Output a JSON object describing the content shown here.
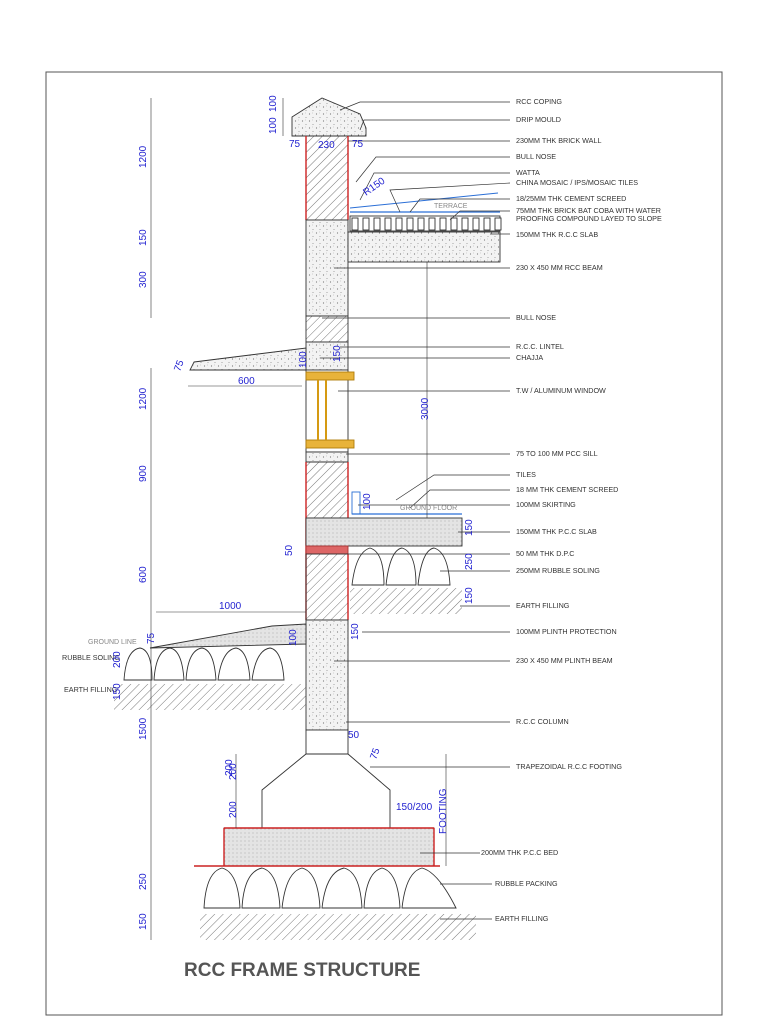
{
  "drawing": {
    "title": "RCC FRAME STRUCTURE",
    "ground_labels": {
      "terrace": "TERRACE",
      "ground_floor": "GROUND FLOOR",
      "ground_line": "GROUND LINE",
      "rubble_soling_left": "RUBBLE SOLING",
      "earth_filling_left": "EARTH FILLING"
    },
    "callouts": [
      "RCC COPING",
      "DRIP MOULD",
      "230MM THK BRICK WALL",
      "BULL NOSE",
      "WATTA",
      "CHINA MOSAIC / IPS/MOSAIC TILES",
      "18/25MM THK CEMENT SCREED",
      "75MM THK BRICK BAT  COBA WITH WATER",
      "PROOFING COMPOUND LAYED TO SLOPE",
      "150MM THK R.C.C SLAB",
      "230 X 450 MM RCC BEAM",
      "BULL NOSE",
      "R.C.C. LINTEL",
      "CHAJJA",
      "T.W / ALUMINUM WINDOW",
      "75 TO 100 MM PCC SILL",
      "TILES",
      "18 MM THK CEMENT SCREED",
      "100MM SKIRTING",
      "150MM THK P.C.C SLAB",
      "50 MM THK D.P.C",
      "250MM RUBBLE SOLING",
      "EARTH FILLING",
      "100MM PLINTH PROTECTION",
      "230 X 450 MM PLINTH BEAM",
      "R.C.C COLUMN",
      "TRAPEZOIDAL R.C.C FOOTING",
      "200MM THK P.C.C BED",
      "RUBBLE PACKING",
      "EARTH FILLING"
    ],
    "left_dims": [
      "100",
      "100",
      "1200",
      "150",
      "300",
      "1200",
      "900",
      "600",
      "1500",
      "200",
      "250",
      "150"
    ],
    "dims": {
      "d75a": "75",
      "d230": "230",
      "d75b": "75",
      "r150": "R150",
      "d75c": "75",
      "d600": "600",
      "d100a": "100",
      "d150a": "150",
      "d3000": "3000",
      "d100b": "100",
      "d150b": "150",
      "d50a": "50",
      "d250": "250",
      "d150c": "150",
      "d1000": "1000",
      "d75d": "75",
      "d100c": "100",
      "d150d": "150",
      "d200a": "200",
      "d150e": "150",
      "d50b": "50",
      "d75e": "75",
      "d200b": "200",
      "d200c": "200",
      "d150_200": "150/200",
      "footing": "FOOTING"
    },
    "colors": {
      "outline": "#333333",
      "red_line": "#cc2222",
      "dimension_text": "#1f1fd0",
      "window_frame": "#d59a12",
      "concrete_fill": "#ececec",
      "title_gray": "#555555"
    }
  }
}
